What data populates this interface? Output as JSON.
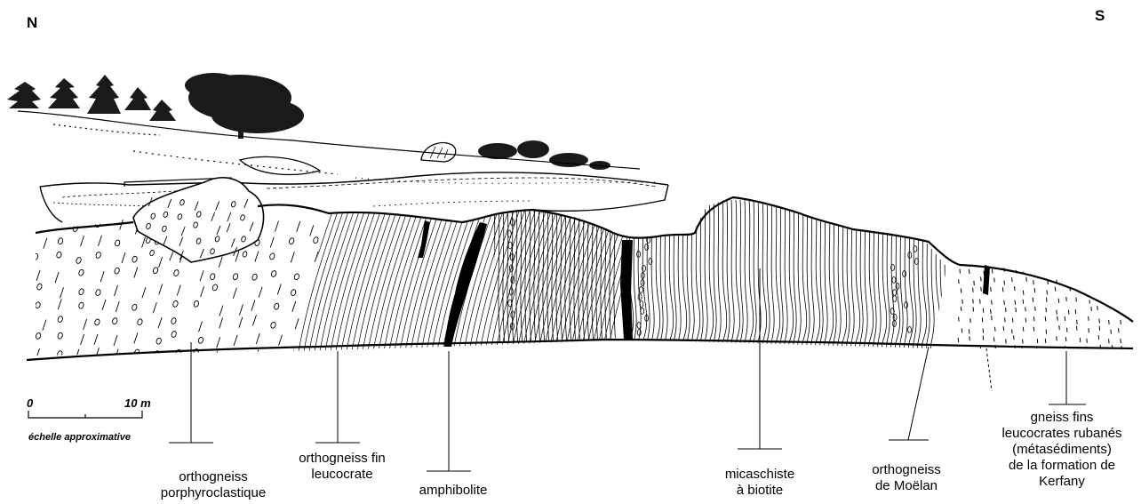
{
  "orientation": {
    "north": "N",
    "south": "S"
  },
  "scale": {
    "zero": "0",
    "ten": "10 m",
    "caption": "échelle approximative"
  },
  "units": [
    {
      "id": "orthogneiss-porphyroclastique",
      "lines": [
        "orthogneiss",
        "porphyroclastique"
      ]
    },
    {
      "id": "orthogneiss-fin-leucocrate",
      "lines": [
        "orthogneiss fin",
        "leucocrate"
      ]
    },
    {
      "id": "amphibolite",
      "lines": [
        "amphibolite"
      ]
    },
    {
      "id": "micaschiste-a-biotite",
      "lines": [
        "micaschiste",
        "à biotite"
      ]
    },
    {
      "id": "orthogneiss-de-moelan",
      "lines": [
        "orthogneiss",
        "de Moëlan"
      ]
    },
    {
      "id": "gneiss-fins-kerfany",
      "lines": [
        "gneiss fins",
        "leucocrates rubanés",
        "(métasédiments)",
        "de la formation de",
        "Kerfany"
      ]
    }
  ],
  "colors": {
    "ink": "#000000",
    "paper": "#ffffff",
    "vegetation": "#1a1a1a"
  },
  "icons": [
    "tree-icon",
    "bush-icon",
    "boulder-icon"
  ]
}
